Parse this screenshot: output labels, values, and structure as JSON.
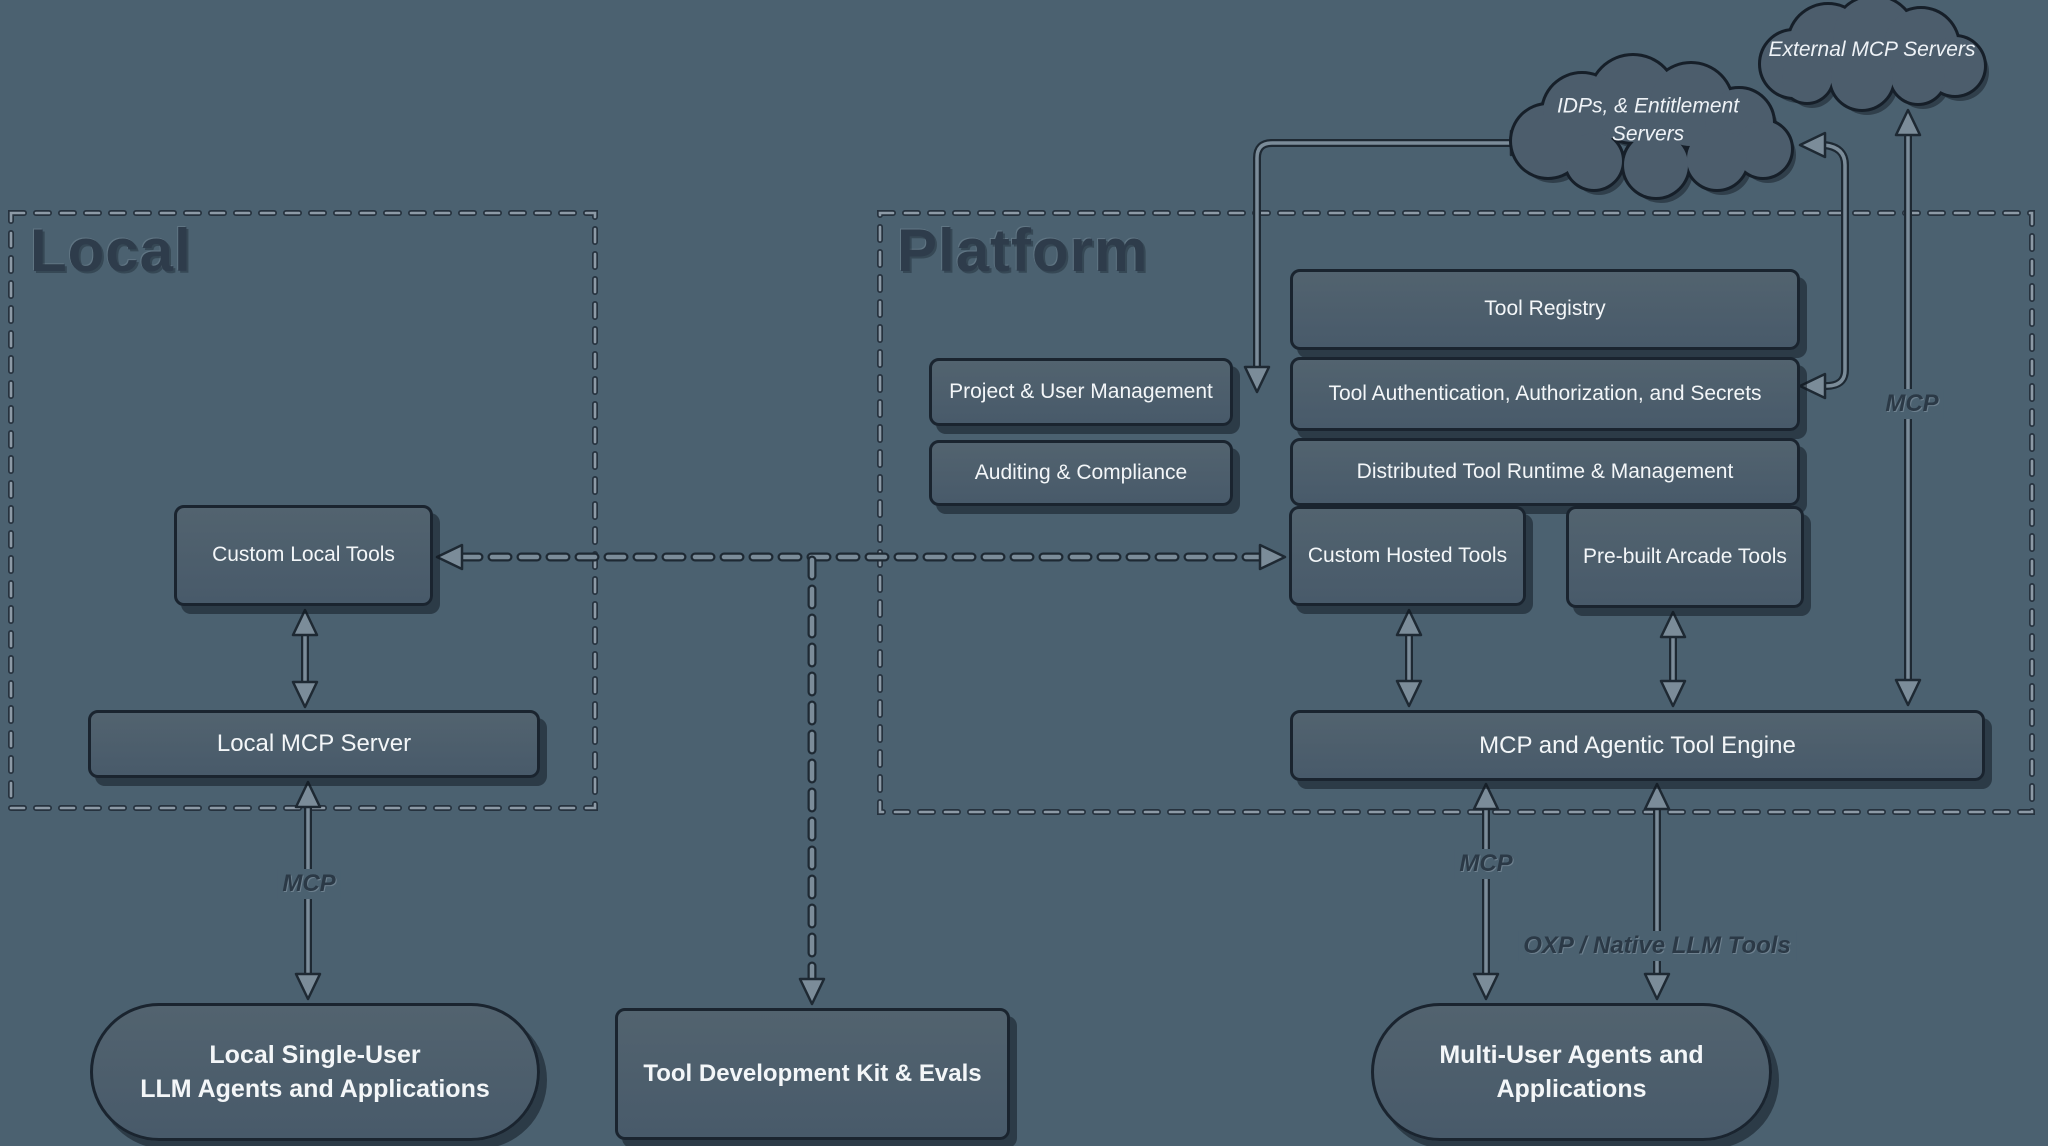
{
  "canvas": {
    "background": "#4b6170"
  },
  "regions": {
    "local": {
      "title": "Local"
    },
    "platform": {
      "title": "Platform"
    }
  },
  "clouds": {
    "external_mcp": {
      "label": "External MCP Servers"
    },
    "idp": {
      "line1": "IDPs, & Entitlement",
      "line2": "Servers"
    }
  },
  "boxes": {
    "tool_registry": "Tool Registry",
    "tool_auth": "Tool Authentication, Authorization, and Secrets",
    "distributed_runtime": "Distributed Tool Runtime & Management",
    "project_user": "Project & User Management",
    "auditing": "Auditing & Compliance",
    "custom_local": "Custom Local Tools",
    "custom_hosted": "Custom Hosted Tools",
    "prebuilt": "Pre-built Arcade Tools",
    "local_mcp_server": "Local MCP Server",
    "engine": "MCP and Agentic Tool Engine",
    "tdk": "Tool Development Kit & Evals"
  },
  "pills": {
    "local_agents": {
      "line1": "Local Single-User",
      "line2": "LLM Agents and Applications"
    },
    "multi_agents": {
      "line1": "Multi-User Agents and",
      "line2": "Applications"
    }
  },
  "edge_labels": {
    "mcp_local": "MCP",
    "mcp_external": "MCP",
    "mcp_engine": "MCP",
    "oxp": "OXP / Native LLM Tools"
  },
  "colors": {
    "background": "#4b6170",
    "node_fill": "#4c5d6c",
    "node_border": "#1a242f",
    "dash_light": "#8d9aa6",
    "wire_light": "#7b8c99",
    "wire_dark": "#1e2933",
    "text_light": "#f3f6f8",
    "text_dark": "#2e3c4b"
  }
}
